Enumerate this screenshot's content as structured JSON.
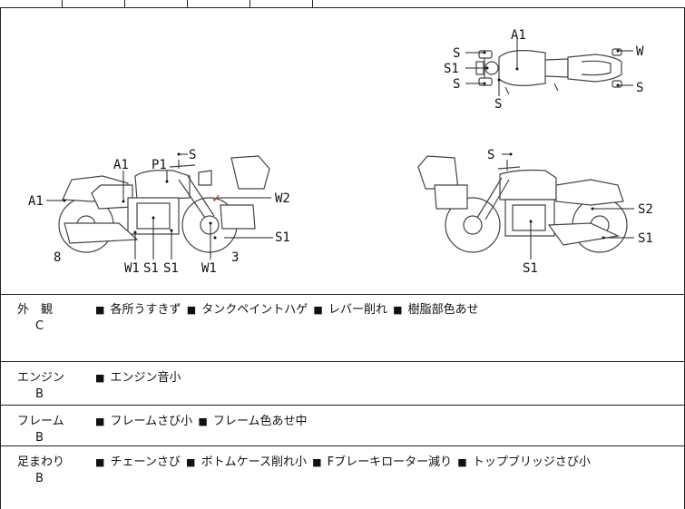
{
  "diagram": {
    "labels": {
      "top_a1": "A1",
      "top_s1": "S",
      "top_s2": "S1",
      "top_s3": "S",
      "top_s4": "S",
      "top_w": "W",
      "top_s5": "S",
      "left_a1a": "A1",
      "left_p1": "P1",
      "left_s": "S",
      "left_a1b": "A1",
      "left_w2": "W2",
      "left_s1": "S1",
      "left_8": "8",
      "left_w1a": "W1",
      "left_s1a": "S1",
      "left_s1b": "S1",
      "left_w1b": "W1",
      "left_3": "3",
      "right_s": "S",
      "right_s2": "S2",
      "right_s1a": "S1",
      "right_s1b": "S1"
    }
  },
  "rows": [
    {
      "category": "外　観",
      "grade": "C",
      "items": [
        "各所うすきず",
        "タンクペイントハゲ",
        "レバー削れ",
        "樹脂部色あせ"
      ]
    },
    {
      "category": "エンジン",
      "grade": "B",
      "items": [
        "エンジン音小"
      ]
    },
    {
      "category": "フレーム",
      "grade": "B",
      "items": [
        "フレームさび小",
        "フレーム色あせ中"
      ]
    },
    {
      "category": "足まわり",
      "grade": "B",
      "items": [
        "チェーンさび",
        "ボトムケース削れ小",
        "Fブレーキローター減り",
        "トップブリッジさび小"
      ]
    }
  ],
  "bullet": "■",
  "colors": {
    "mark": "#c0392b",
    "line": "#222222"
  }
}
